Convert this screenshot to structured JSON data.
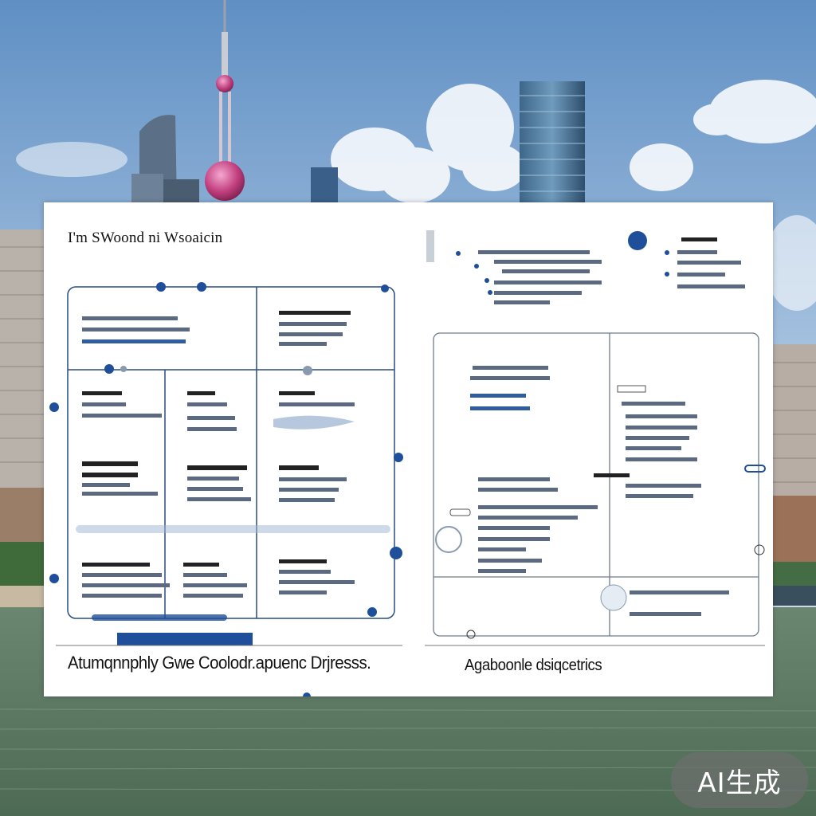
{
  "sheet": {
    "title_left": "I'm SWoond ni Wsoaicin",
    "caption_left": "Atumqnnphly Gwe Coolodr.apuenc Drjresss.",
    "caption_right": "Agaboonle dsiqcetrics"
  },
  "badge": {
    "label": "AI生成"
  },
  "colors": {
    "sky_top": "#5f8fc4",
    "water": "#5c7a62",
    "accent_blue": "#1f4f9a"
  }
}
